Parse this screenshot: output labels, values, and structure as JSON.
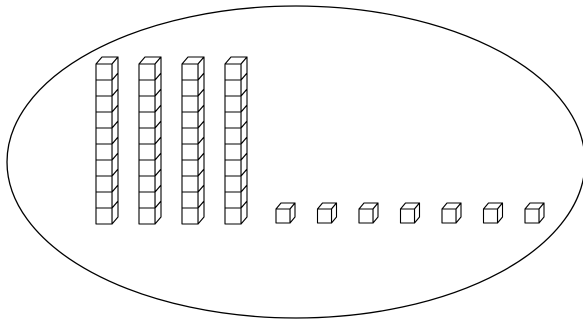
{
  "diagram": {
    "kind": "base-ten-blocks",
    "tens_rods": 4,
    "units_per_rod": 10,
    "ones_cubes": 7,
    "stroke_color": "#000000",
    "fill_color": "#ffffff",
    "background": "#ffffff"
  }
}
